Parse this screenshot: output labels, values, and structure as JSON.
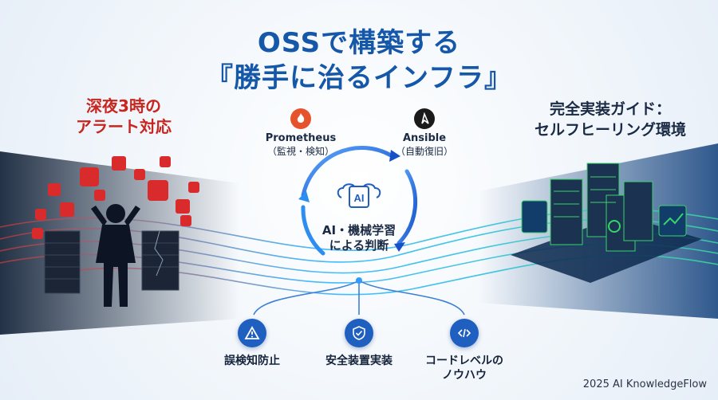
{
  "title": {
    "line1": "OSSで構築する",
    "line2": "『勝手に治るインフラ』"
  },
  "left": {
    "heading_line1": "深夜3時の",
    "heading_line2": "アラート対応"
  },
  "right": {
    "heading_line1": "完全実装ガイド：",
    "heading_line2": "セルフヒーリング環境"
  },
  "cycle": {
    "prometheus": {
      "name": "Prometheus",
      "role": "（監視・検知）"
    },
    "ansible": {
      "name": "Ansible",
      "role": "（自動復旧）"
    },
    "ai_chip_label": "AI",
    "center_line1": "AI・機械学習",
    "center_line2": "による判断"
  },
  "features": [
    {
      "label": "誤検知防止",
      "icon": "warning-icon"
    },
    {
      "label": "安全装置実装",
      "icon": "shield-check-icon"
    },
    {
      "label_line1": "コードレベルの",
      "label_line2": "ノウハウ",
      "icon": "code-icon"
    }
  ],
  "footer": "2025 AI KnowledgeFlow",
  "colors": {
    "title_blue": "#1557a8",
    "alert_red": "#c8251f",
    "accent_blue": "#1f5fbf",
    "server_green": "#37d46a"
  }
}
